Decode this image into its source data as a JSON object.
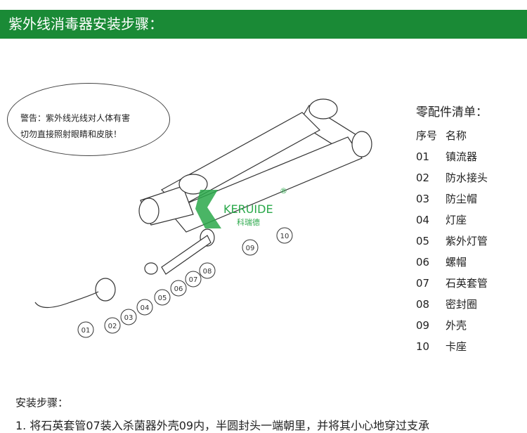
{
  "banner": {
    "title": "紫外线消毒器安装步骤："
  },
  "warning": {
    "line1": "警告：紫外线光线对人体有害",
    "line2": "切勿直接照射眼睛和皮肤！"
  },
  "logo": {
    "brand": "KERUIDE",
    "registered": "®",
    "cn": "科瑞德"
  },
  "parts": {
    "title": "零配件清单：",
    "header_num": "序号",
    "header_name": "名称",
    "items": [
      {
        "num": "01",
        "name": "镇流器"
      },
      {
        "num": "02",
        "name": "防水接头"
      },
      {
        "num": "03",
        "name": "防尘帽"
      },
      {
        "num": "04",
        "name": "灯座"
      },
      {
        "num": "05",
        "name": "紫外灯管"
      },
      {
        "num": "06",
        "name": "螺帽"
      },
      {
        "num": "07",
        "name": "石英套管"
      },
      {
        "num": "08",
        "name": "密封圈"
      },
      {
        "num": "09",
        "name": "外壳"
      },
      {
        "num": "10",
        "name": "卡座"
      }
    ]
  },
  "callouts": [
    "01",
    "02",
    "03",
    "04",
    "05",
    "06",
    "07",
    "08",
    "09",
    "10"
  ],
  "steps": {
    "title": "安装步骤：",
    "step1": "1. 将石英套管07装入杀菌器外壳09内，半圆封头一端朝里，并将其小心地穿过支承"
  }
}
